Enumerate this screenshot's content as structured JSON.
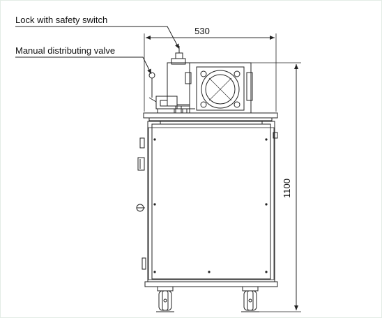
{
  "labels": {
    "lock": "Lock with safety switch",
    "valve": "Manual distributing valve"
  },
  "dimensions": {
    "width": "530",
    "height": "1100"
  },
  "colors": {
    "line": "#222222",
    "background": "#ffffff",
    "frame": "#e3ece6"
  }
}
